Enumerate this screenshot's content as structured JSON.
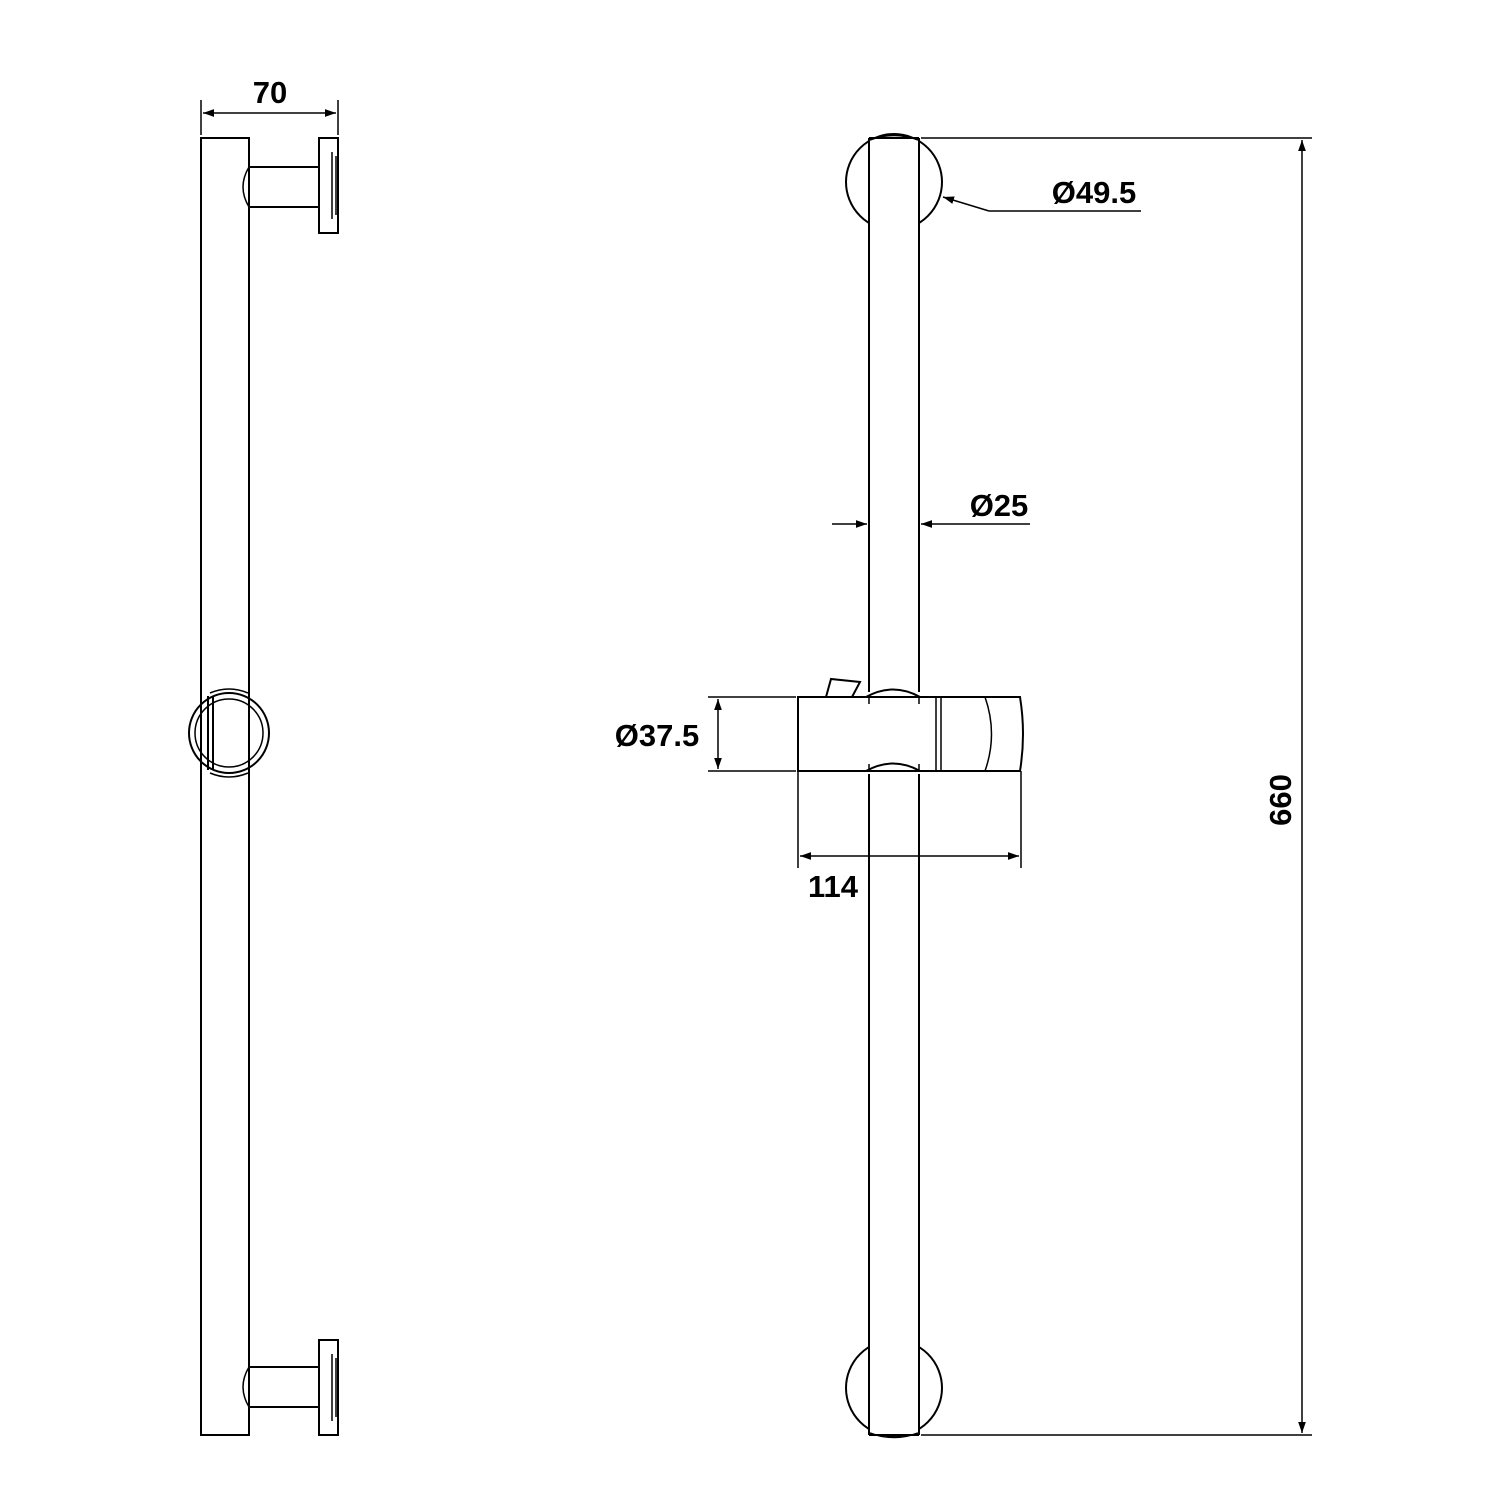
{
  "drawing": {
    "type": "technical-drawing",
    "subject": "shower slide rail",
    "views": [
      "side",
      "front"
    ],
    "line_color": "#000000",
    "background": "#ffffff"
  },
  "dimensions": {
    "projection": "70",
    "bracket_diameter": "Ø49.5",
    "rail_diameter": "Ø25",
    "holder_diameter": "Ø37.5",
    "holder_length": "114",
    "rail_length": "660"
  }
}
